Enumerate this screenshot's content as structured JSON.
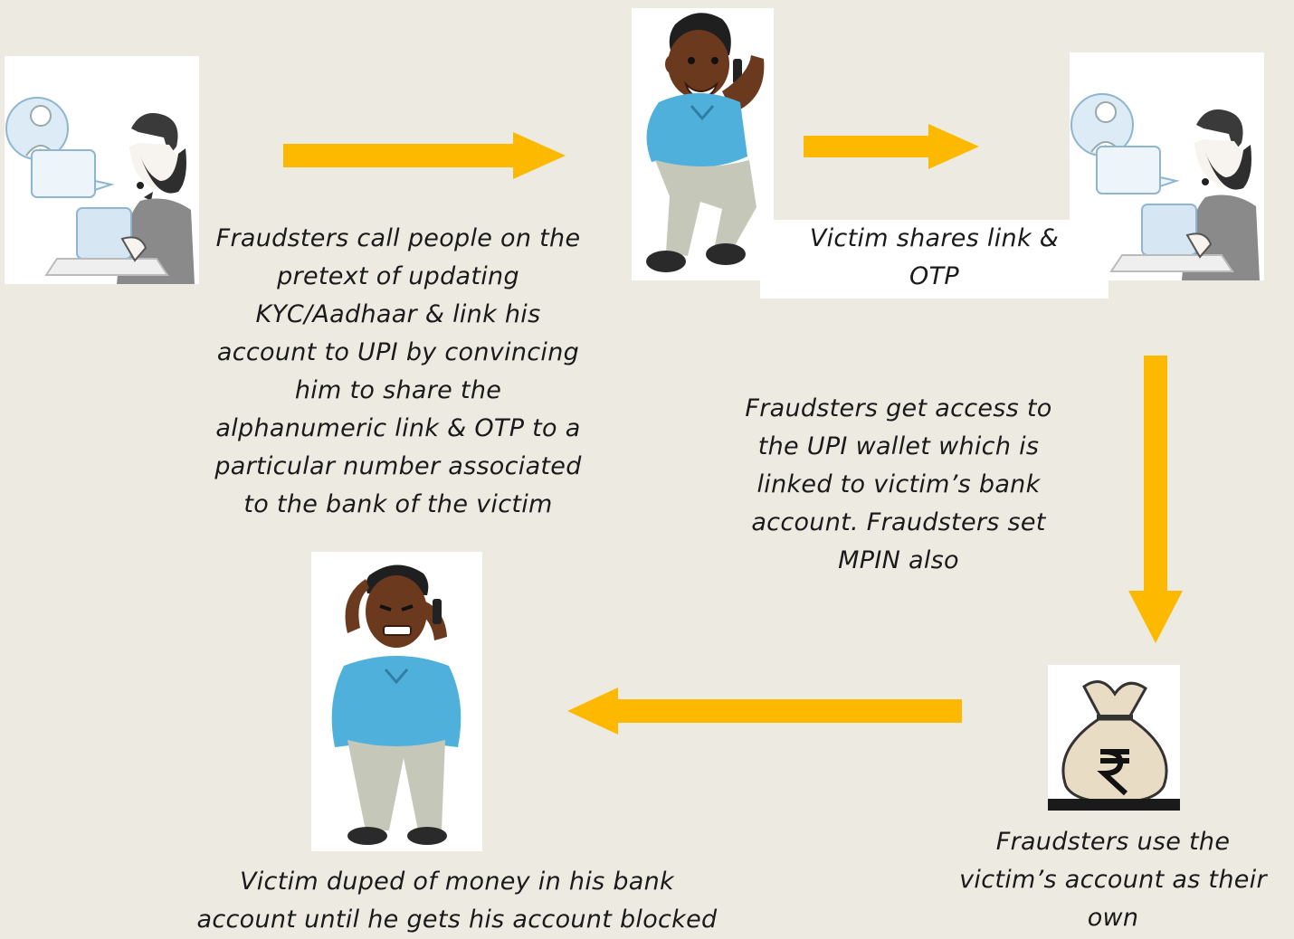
{
  "colors": {
    "background": "#EDEBE1",
    "arrow": "#FDB900",
    "shirt": "#4FB0DC",
    "skin": "#6B3A1E",
    "trousers": "#C5C8B8",
    "money_bag": "#E8DCC4"
  },
  "steps": [
    {
      "id": "fraudster-calls",
      "icon": "fraudster-call-center-icon",
      "caption_lines": [
        "Fraudsters call people on the",
        "pretext of updating",
        "KYC/Aadhaar & link his",
        "account to UPI by convincing",
        "him to share the",
        "alphanumeric link  & OTP to a",
        "particular number associated",
        "to the bank of the victim"
      ]
    },
    {
      "id": "victim-shares",
      "icon": "victim-on-phone-icon",
      "caption_lines": [
        "Victim shares link &",
        "OTP"
      ]
    },
    {
      "id": "fraudster-access",
      "icon": "fraudster-call-center-icon",
      "caption_lines": [
        "Fraudsters get access to",
        "the UPI wallet which is",
        "linked to victim’s bank",
        "account. Fraudsters set",
        "MPIN also"
      ]
    },
    {
      "id": "money-used",
      "icon": "rupee-money-bag-icon",
      "caption_lines": [
        "Fraudsters use the",
        "victim’s account as their",
        "own"
      ]
    },
    {
      "id": "victim-duped",
      "icon": "distressed-victim-icon",
      "caption_lines": [
        "Victim duped of money in his bank",
        "account until he gets his account blocked"
      ]
    }
  ],
  "edges": [
    {
      "from": "fraudster-calls",
      "to": "victim-shares"
    },
    {
      "from": "victim-shares",
      "to": "fraudster-access"
    },
    {
      "from": "fraudster-access",
      "to": "money-used"
    },
    {
      "from": "money-used",
      "to": "victim-duped"
    }
  ]
}
